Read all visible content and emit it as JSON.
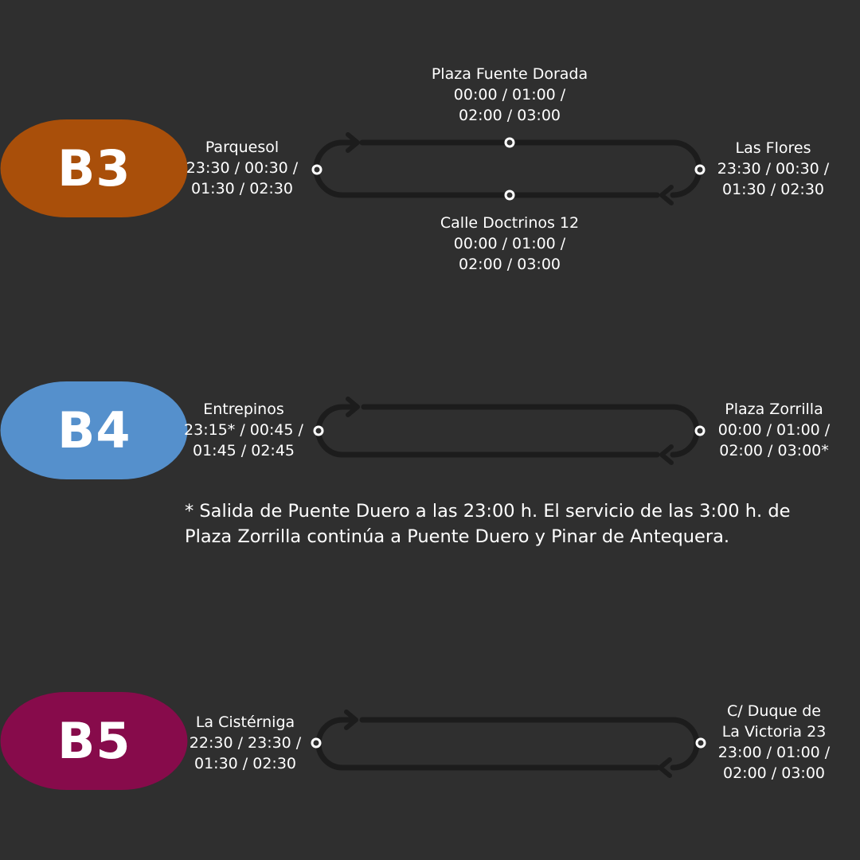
{
  "colors": {
    "background": "#2f2f2f",
    "b3": "#a94f0a",
    "b4": "#5590cc",
    "b5": "#870b4b",
    "route_line": "#1c1c1c",
    "stop_dot": "#ffffff"
  },
  "lines": {
    "b3": {
      "code": "B3",
      "left_stop": {
        "name": "Parquesol",
        "times": [
          "23:30 / 00:30 /",
          "01:30 / 02:30"
        ]
      },
      "right_stop": {
        "name": "Las Flores",
        "times": [
          "23:30 / 00:30 /",
          "01:30 / 02:30"
        ]
      },
      "top_stop": {
        "name": "Plaza Fuente Dorada",
        "times": [
          "00:00 / 01:00 /",
          "02:00 / 03:00"
        ]
      },
      "bottom_stop": {
        "name": "Calle Doctrinos 12",
        "times": [
          "00:00 / 01:00 /",
          "02:00 / 03:00"
        ]
      }
    },
    "b4": {
      "code": "B4",
      "left_stop": {
        "name": "Entrepinos",
        "times": [
          "23:15* / 00:45 /",
          "01:45 / 02:45"
        ]
      },
      "right_stop": {
        "name": "Plaza Zorrilla",
        "times": [
          "00:00 / 01:00 /",
          "02:00 / 03:00*"
        ]
      },
      "note_lines": [
        "* Salida de Puente Duero a las 23:00 h. El servicio de las 3:00 h. de",
        "Plaza Zorrilla continúa a Puente Duero y Pinar de Antequera."
      ]
    },
    "b5": {
      "code": "B5",
      "left_stop": {
        "name": "La Cistérniga",
        "times": [
          "22:30 / 23:30 /",
          "01:30 / 02:30"
        ]
      },
      "right_stop": {
        "name_lines": [
          "C/ Duque de",
          "La Victoria 23"
        ],
        "times": [
          "23:00 / 01:00 /",
          "02:00 / 03:00"
        ]
      }
    }
  }
}
